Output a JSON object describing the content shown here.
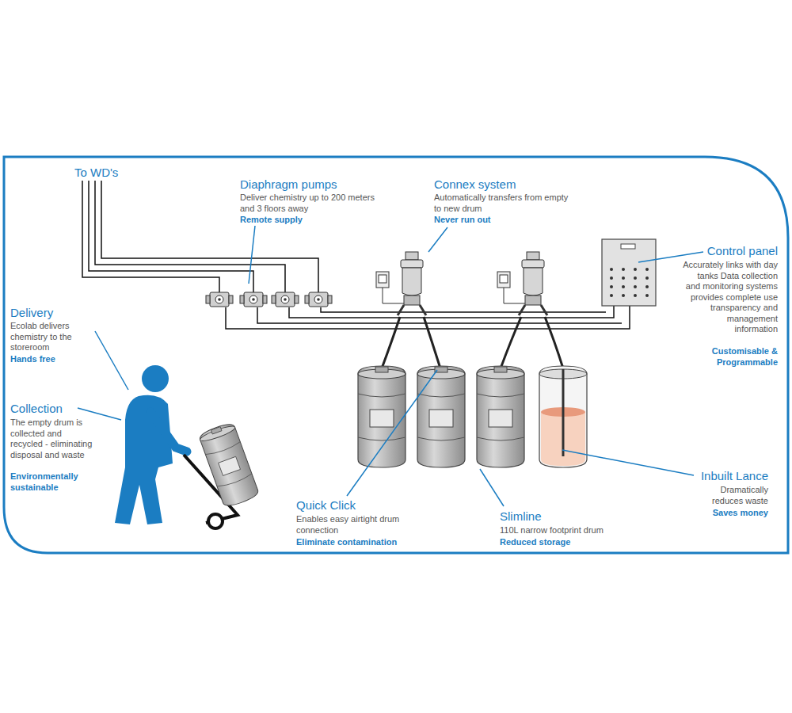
{
  "diagram": {
    "labels": [
      "To WD's",
      "Diaphragm pumps",
      "Deliver chemistry up to 200 meters and 3 floors away",
      "Remote supply",
      "Connex system",
      "Automatically transfers from empty to new drum",
      "Never run out",
      "Control panel",
      "Accurately links with day tanks Data collection and monitoring systems provides complete use transparency and management information",
      "Customisable & Programmable",
      "Delivery",
      "Ecolab delivers chemistry to the storeroom",
      "Hands free",
      "Collection",
      "The empty drum is collected and recycled - eliminating disposal and waste",
      "Environmentally sustainable",
      "Quick Click",
      "Enables easy airtight drum connection",
      "Eliminate contamination",
      "Slimline",
      "110L narrow footprint drum",
      "Reduced storage",
      "Inbuilt Lance",
      "Dramatically reduces waste",
      "Saves money"
    ]
  }
}
